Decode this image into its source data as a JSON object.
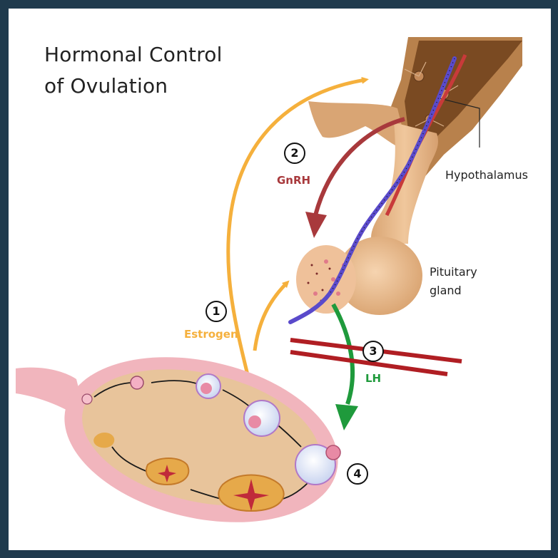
{
  "title": {
    "line1": "Hormonal Control",
    "line2": "of Ovulation"
  },
  "labels": {
    "hypothalamus": "Hypothalamus",
    "pituitary_line1": "Pituitary",
    "pituitary_line2": "gland"
  },
  "steps": [
    {
      "number": "1",
      "hormone": "Estrogen",
      "color": "#f5b03c"
    },
    {
      "number": "2",
      "hormone": "GnRH",
      "color": "#a8393c"
    },
    {
      "number": "3",
      "hormone": "LH",
      "color": "#1f9a3c"
    },
    {
      "number": "4",
      "hormone": "",
      "color": "#222222"
    }
  ],
  "colors": {
    "frame_border": "#1f3a4d",
    "tissue": "#e8b98c",
    "tissue_dark": "#8a5a2c",
    "ovary_outer": "#f1b5bd",
    "ovary_inner": "#e8c49b",
    "strikethrough": "#b01e23"
  },
  "icons": {
    "follicle": "follicle-icon",
    "corpus_luteum": "corpus-luteum-icon",
    "neuron": "neuron-icon"
  }
}
